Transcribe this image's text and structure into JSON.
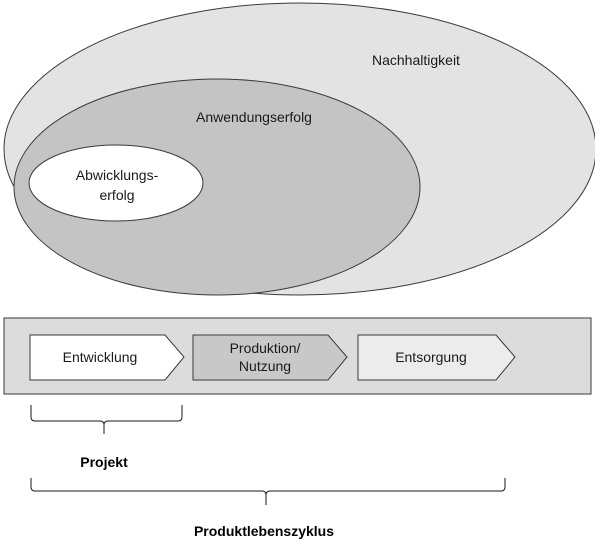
{
  "ellipses": {
    "outer_label": "Nachhaltigkeit",
    "middle_label": "Anwendungserfolg",
    "inner_label_line1": "Abwicklungs-",
    "inner_label_line2": "erfolg"
  },
  "lifecycle": {
    "phase1": "Entwicklung",
    "phase2_line1": "Produktion/",
    "phase2_line2": "Nutzung",
    "phase3": "Entsorgung"
  },
  "braces": {
    "project_label": "Projekt",
    "lifecycle_label": "Produktlebenszyklus"
  },
  "colors": {
    "outer_fill": "#e3e3e3",
    "middle_fill": "#c4c4c4",
    "inner_fill": "#ffffff",
    "band_fill": "#dcdcdc",
    "phase_white": "#ffffff",
    "phase_grey": "#c8c8c8",
    "phase_light": "#ececec",
    "stroke": "#3a3a3a"
  }
}
